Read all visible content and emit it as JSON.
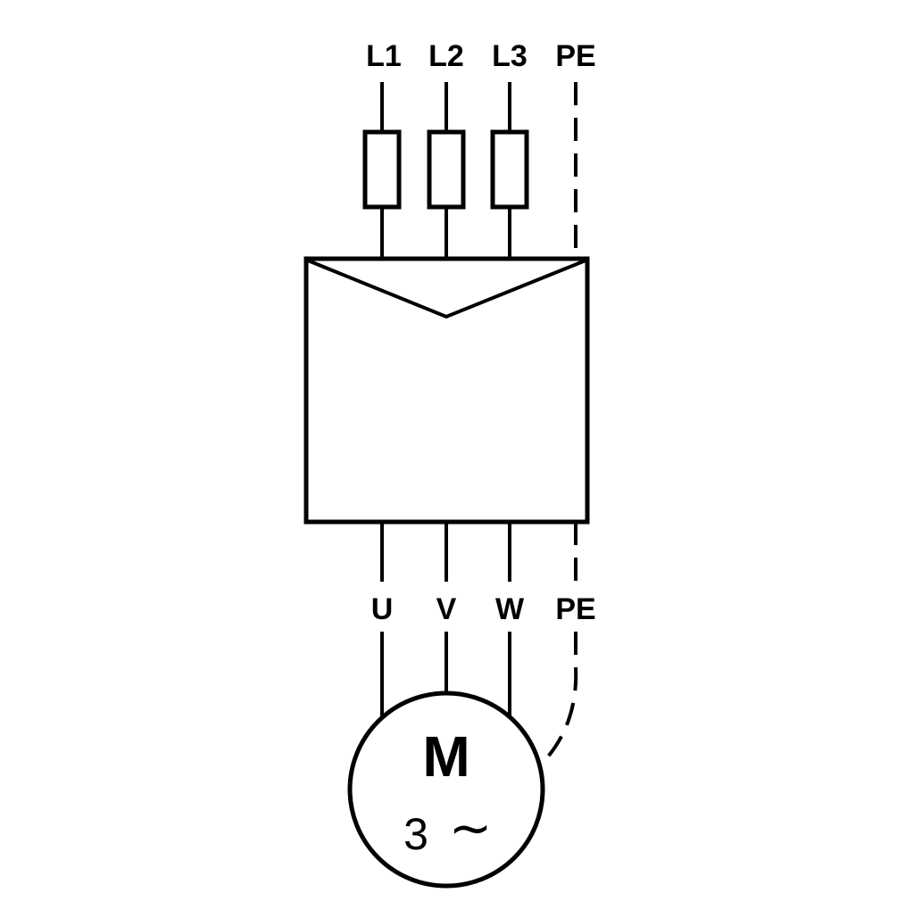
{
  "diagram": {
    "top_terminals": [
      "L1",
      "L2",
      "L3",
      "PE"
    ],
    "bottom_terminals": [
      "U",
      "V",
      "W",
      "PE"
    ],
    "motor": {
      "label": "M",
      "phases": "3",
      "wave_symbol": "∼"
    },
    "colors": {
      "line": "#000000",
      "background": "#ffffff"
    }
  }
}
